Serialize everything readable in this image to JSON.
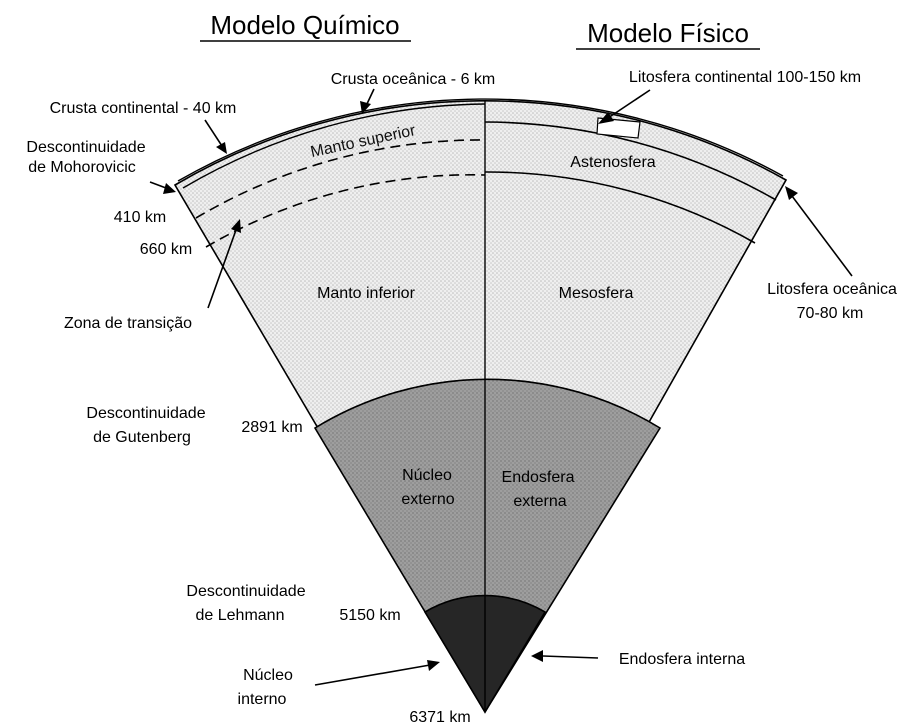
{
  "headers": {
    "chemical": "Modelo Químico",
    "physical": "Modelo Físico"
  },
  "labels": {
    "oceanic_crust": "Crusta oceânica - 6 km",
    "continental_lithosphere": "Litosfera continental 100-150 km",
    "continental_crust": "Crusta continental - 40 km",
    "moho_line1": "Descontinuidade",
    "moho_line2": "de Mohorovicic",
    "depth_410": "410 km",
    "depth_660": "660 km",
    "transition_zone": "Zona de transição",
    "gutenberg_line1": "Descontinuidade",
    "gutenberg_line2": "de Gutenberg",
    "depth_2891": "2891 km",
    "lehmann_line1": "Descontinuidade",
    "lehmann_line2": "de Lehmann",
    "depth_5150": "5150 km",
    "inner_core_line1": "Núcleo",
    "inner_core_line2": "interno",
    "depth_6371": "6371 km",
    "inner_endosphere": "Endosfera interna",
    "oceanic_lithosphere_line1": "Litosfera oceânica",
    "oceanic_lithosphere_line2": "70-80 km"
  },
  "layers": {
    "upper_mantle": "Manto superior",
    "asthenosphere": "Astenosfera",
    "lower_mantle": "Manto inferior",
    "mesosphere": "Mesosfera",
    "outer_core_line1": "Núcleo",
    "outer_core_line2": "externo",
    "outer_endosphere_line1": "Endosfera",
    "outer_endosphere_line2": "externa"
  },
  "colors": {
    "mantle_fill": "#e8e8e8",
    "core_fill": "#9a9a9a",
    "inner_core_fill": "#2a2a2a",
    "line": "#000000"
  }
}
